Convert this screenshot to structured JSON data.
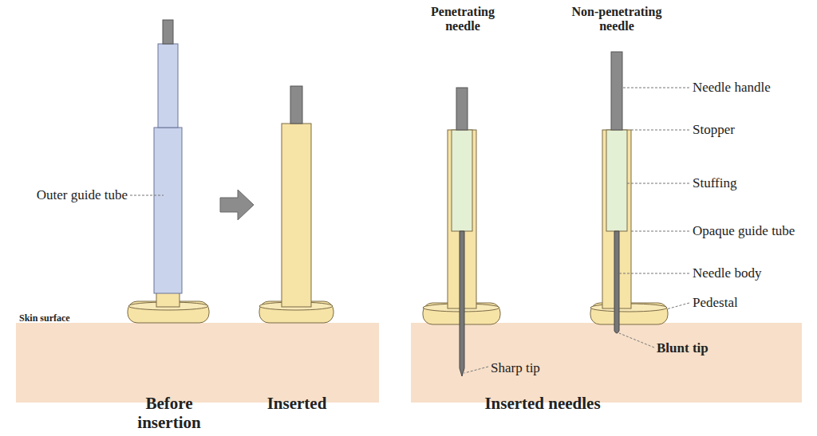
{
  "diagram": {
    "labels": [
      "Outer guide tube",
      "Skin surface",
      "Before insertion",
      "Inserted",
      "Inserted needles",
      "Penetrating needle",
      "Non-penetrating needle",
      "Needle handle",
      "Stopper",
      "Stuffing",
      "Opaque guide tube",
      "Needle body",
      "Pedestal",
      "Sharp tip",
      "Blunt tip"
    ]
  }
}
